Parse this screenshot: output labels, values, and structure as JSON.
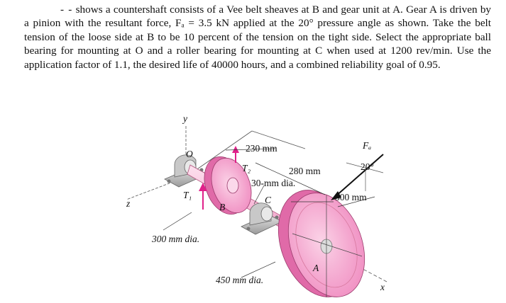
{
  "problem": {
    "lead_dash": "- -",
    "text": "shows a countershaft consists of a Vee belt sheaves at B and gear unit at A. Gear A is driven by a pinion with the resultant force, Fₐ = 3.5 kN applied at the 20° pressure angle as shown. Take the belt tension of the loose side at B to be 10 percent of the tension on the tight side. Select the appropriate ball bearing for mounting at O and a roller bearing for mounting at C when used at 1200 rev/min. Use the application factor of 1.1, the desired life of 40000 hours, and a combined reliability goal of 0.95."
  },
  "figure": {
    "labels": {
      "y_axis": "y",
      "z_axis": "z",
      "x_axis": "x",
      "point_o": "O",
      "point_b": "B",
      "point_c": "C",
      "point_a": "A",
      "t1": "T₁",
      "t2": "T₂",
      "dim_230": "230 mm",
      "dim_280": "280 mm",
      "shaft_dia": "30-mm dia.",
      "force": "Fₐ",
      "angle": "20°",
      "dim_300": "300 mm",
      "sheave_dia": "300 mm dia.",
      "gear_dia": "450 mm dia."
    },
    "colors": {
      "pulley": "#f39cc8",
      "pulley_dark": "#e06aa8",
      "shaft": "#f7b6d6",
      "bearing": "#b9b9b9",
      "arrow": "#e0218a"
    }
  }
}
